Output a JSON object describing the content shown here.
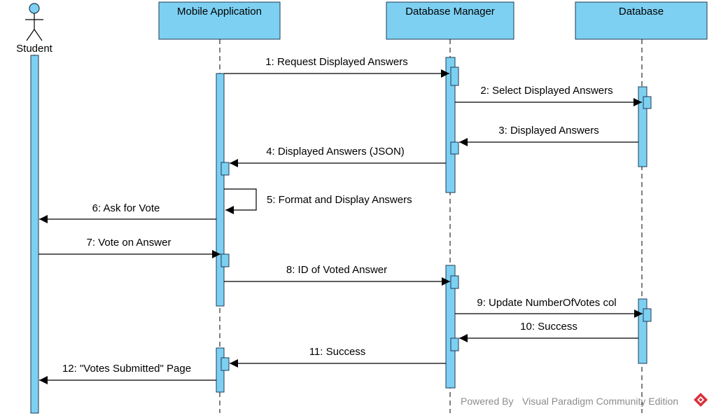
{
  "colors": {
    "box_fill": "#7dd0f2",
    "box_stroke": "#1f3b55",
    "line": "#000000",
    "watermark": "#8c8c8c",
    "logo_red": "#d9303a"
  },
  "actor": {
    "name": "Student"
  },
  "lifelines": {
    "mobile": "Mobile Application",
    "dbm": "Database Manager",
    "db": "Database"
  },
  "messages": [
    {
      "id": "m1",
      "label": "1: Request Displayed Answers"
    },
    {
      "id": "m2",
      "label": "2: Select Displayed Answers"
    },
    {
      "id": "m3",
      "label": "3: Displayed Answers"
    },
    {
      "id": "m4",
      "label": "4: Displayed Answers (JSON)"
    },
    {
      "id": "m5",
      "label": "5: Format and Display Answers"
    },
    {
      "id": "m6",
      "label": "6: Ask for Vote"
    },
    {
      "id": "m7",
      "label": "7: Vote on Answer"
    },
    {
      "id": "m8",
      "label": "8: ID of Voted Answer"
    },
    {
      "id": "m9",
      "label": "9: Update NumberOfVotes col"
    },
    {
      "id": "m10",
      "label": "10: Success"
    },
    {
      "id": "m11",
      "label": "11: Success"
    },
    {
      "id": "m12",
      "label": "12: \"Votes Submitted\" Page"
    }
  ],
  "watermark": {
    "prefix": "Powered By",
    "product": "Visual Paradigm Community Edition",
    "logo_icon": "visual-paradigm-logo-icon"
  }
}
